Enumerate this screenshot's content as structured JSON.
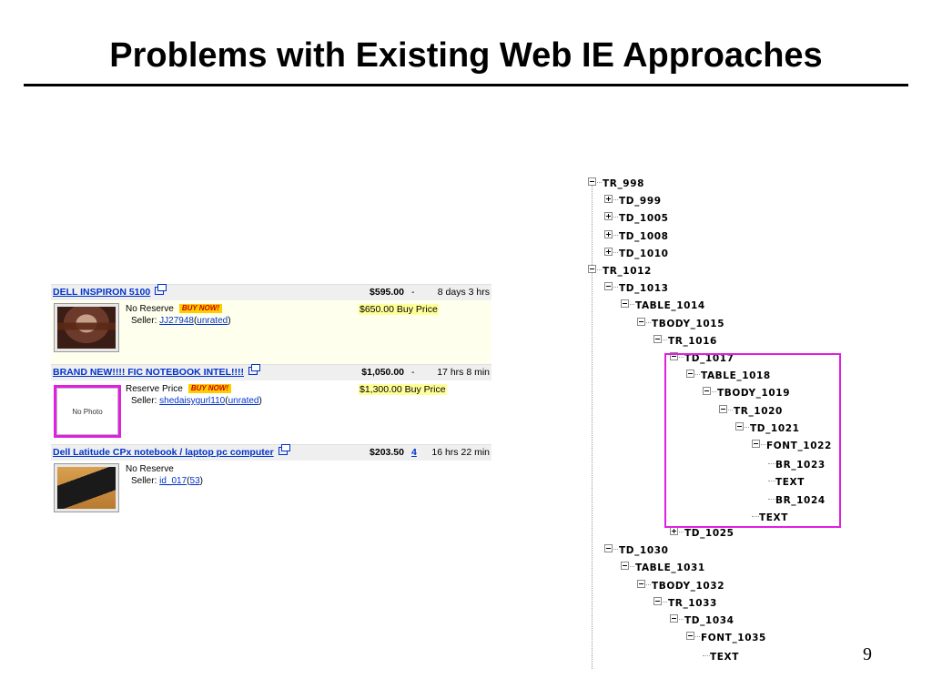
{
  "slide": {
    "title": "Problems with Existing Web IE Approaches",
    "page_number": "9"
  },
  "listings": [
    {
      "title": "DELL INSPIRON 5100",
      "price": "$595.00",
      "bids": "-",
      "time_left": "8 days 3 hrs",
      "reserve": "No Reserve",
      "buy_now_badge": "BUY NOW!",
      "seller_label": "Seller:",
      "seller": "JJ27948",
      "rating": "unrated",
      "buy_price": "$650.00 Buy Price"
    },
    {
      "title": "BRAND NEW!!!! FIC NOTEBOOK INTEL!!!!",
      "price": "$1,050.00",
      "bids": "-",
      "time_left": "17 hrs 8 min",
      "reserve": "Reserve Price",
      "buy_now_badge": "BUY NOW!",
      "seller_label": "Seller:",
      "seller": "shedaisygurl110",
      "rating": "unrated",
      "buy_price": "$1,300.00 Buy Price",
      "no_photo": "No Photo"
    },
    {
      "title": "Dell Latitude CPx notebook / laptop pc computer",
      "price": "$203.50",
      "bids": "4",
      "time_left": "16 hrs 22 min",
      "reserve": "No Reserve",
      "seller_label": "Seller:",
      "seller": "id_017",
      "rating": "53"
    }
  ],
  "tree": {
    "nodes": [
      {
        "label": "TR_998",
        "toggle": "minus"
      },
      {
        "label": "TD_999",
        "toggle": "plus"
      },
      {
        "label": "TD_1005",
        "toggle": "plus"
      },
      {
        "label": "TD_1008",
        "toggle": "plus"
      },
      {
        "label": "TD_1010",
        "toggle": "plus"
      },
      {
        "label": "TR_1012",
        "toggle": "minus"
      },
      {
        "label": "TD_1013",
        "toggle": "minus"
      },
      {
        "label": "TABLE_1014",
        "toggle": "minus"
      },
      {
        "label": "TBODY_1015",
        "toggle": "minus"
      },
      {
        "label": "TR_1016",
        "toggle": "minus"
      },
      {
        "label": "TD_1017",
        "toggle": "minus"
      },
      {
        "label": "TABLE_1018",
        "toggle": "minus"
      },
      {
        "label": "TBODY_1019",
        "toggle": "minus"
      },
      {
        "label": "TR_1020",
        "toggle": "minus"
      },
      {
        "label": "TD_1021",
        "toggle": "minus"
      },
      {
        "label": "FONT_1022",
        "toggle": "minus"
      },
      {
        "label": "BR_1023",
        "toggle": "leaf"
      },
      {
        "label": "TEXT",
        "toggle": "leaf"
      },
      {
        "label": "BR_1024",
        "toggle": "leaf"
      },
      {
        "label": "TEXT",
        "toggle": "leaf"
      },
      {
        "label": "TD_1025",
        "toggle": "plus"
      },
      {
        "label": "TD_1030",
        "toggle": "minus"
      },
      {
        "label": "TABLE_1031",
        "toggle": "minus"
      },
      {
        "label": "TBODY_1032",
        "toggle": "minus"
      },
      {
        "label": "TR_1033",
        "toggle": "minus"
      },
      {
        "label": "TD_1034",
        "toggle": "minus"
      },
      {
        "label": "FONT_1035",
        "toggle": "minus"
      },
      {
        "label": "TEXT",
        "toggle": "leaf"
      }
    ]
  },
  "colors": {
    "highlight_magenta": "#e020e0",
    "link_blue": "#0033cc",
    "buy_now_yellow": "#ffcc00"
  }
}
